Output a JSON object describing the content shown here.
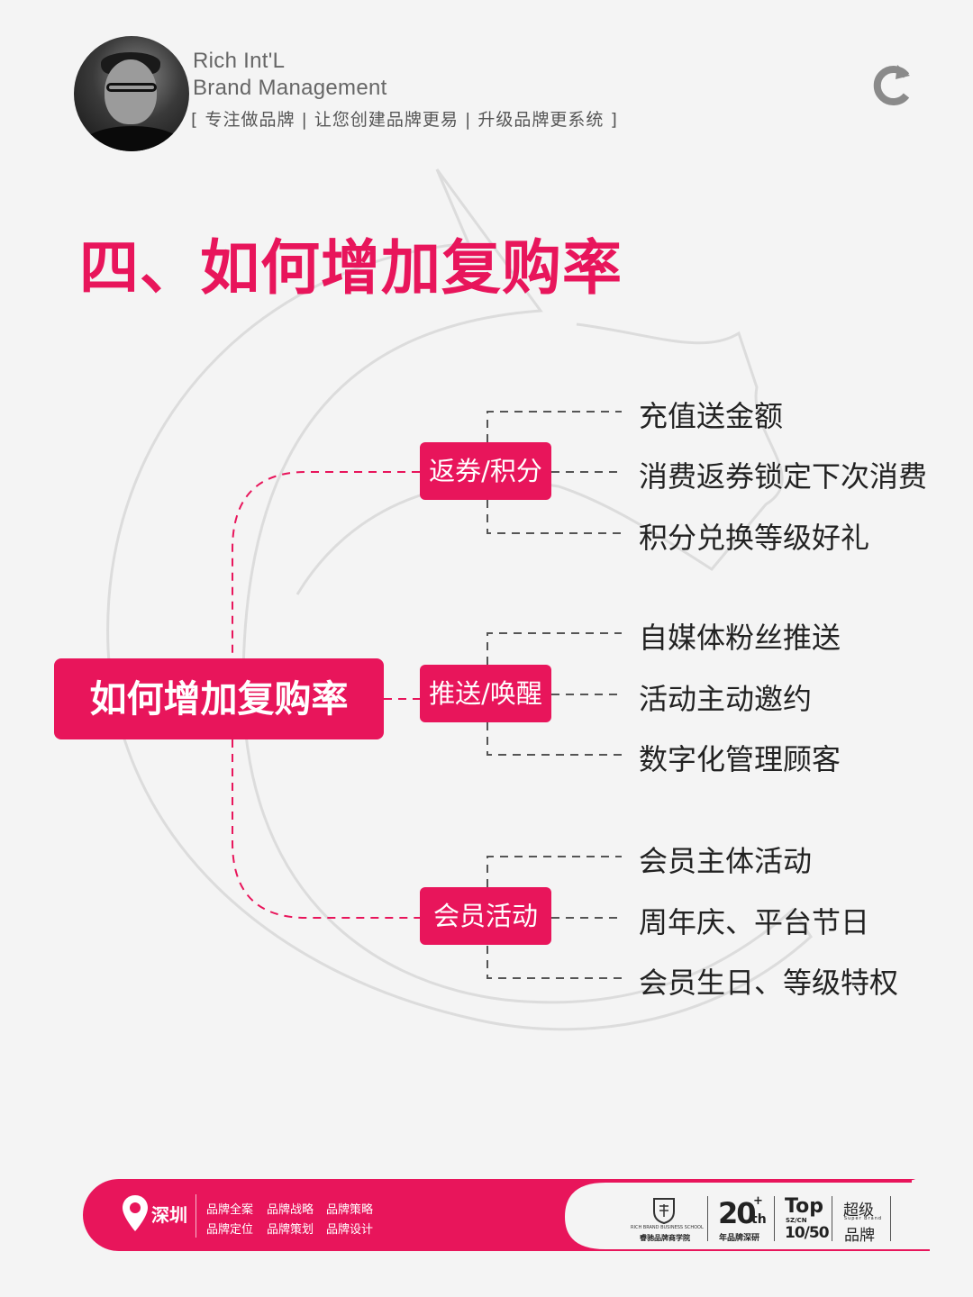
{
  "header": {
    "brand_line1": "Rich Int'L",
    "brand_line2": "Brand Management",
    "tagline": "[ 专注做品牌 | 让您创建品牌更易 | 升级品牌更系统 ]",
    "logo_icon": "c-arrow-logo-icon"
  },
  "title": "四、如何增加复购率",
  "mindmap": {
    "root": "如何增加复购率",
    "branches": [
      {
        "label": "返券/积分",
        "items": [
          "充值送金额",
          "消费返券锁定下次消费",
          "积分兑换等级好礼"
        ]
      },
      {
        "label": "推送/唤醒",
        "items": [
          "自媒体粉丝推送",
          "活动主动邀约",
          "数字化管理顾客"
        ]
      },
      {
        "label": "会员活动",
        "items": [
          "会员主体活动",
          "周年庆、平台节日",
          "会员生日、等级特权"
        ]
      }
    ]
  },
  "footer": {
    "city": "深圳",
    "services": [
      "品牌全案",
      "品牌战略",
      "品牌策略",
      "品牌定位",
      "品牌策划",
      "品牌设计"
    ],
    "badges": {
      "school_name": "RICH BRAND BUSINESS SCHOOL",
      "school_cn": "睿驰品牌商学院",
      "years": "20",
      "years_suffix": "th",
      "years_plus": "+",
      "years_caption": "年品牌深研",
      "top_label": "Top",
      "top_sub": "SZ/CN",
      "top_rank": "10/50",
      "super_label": "超级",
      "super_en": "Super Brand",
      "super_cn": "品牌"
    }
  },
  "colors": {
    "accent": "#e8155b",
    "background": "#f4f4f4",
    "text": "#222222"
  }
}
